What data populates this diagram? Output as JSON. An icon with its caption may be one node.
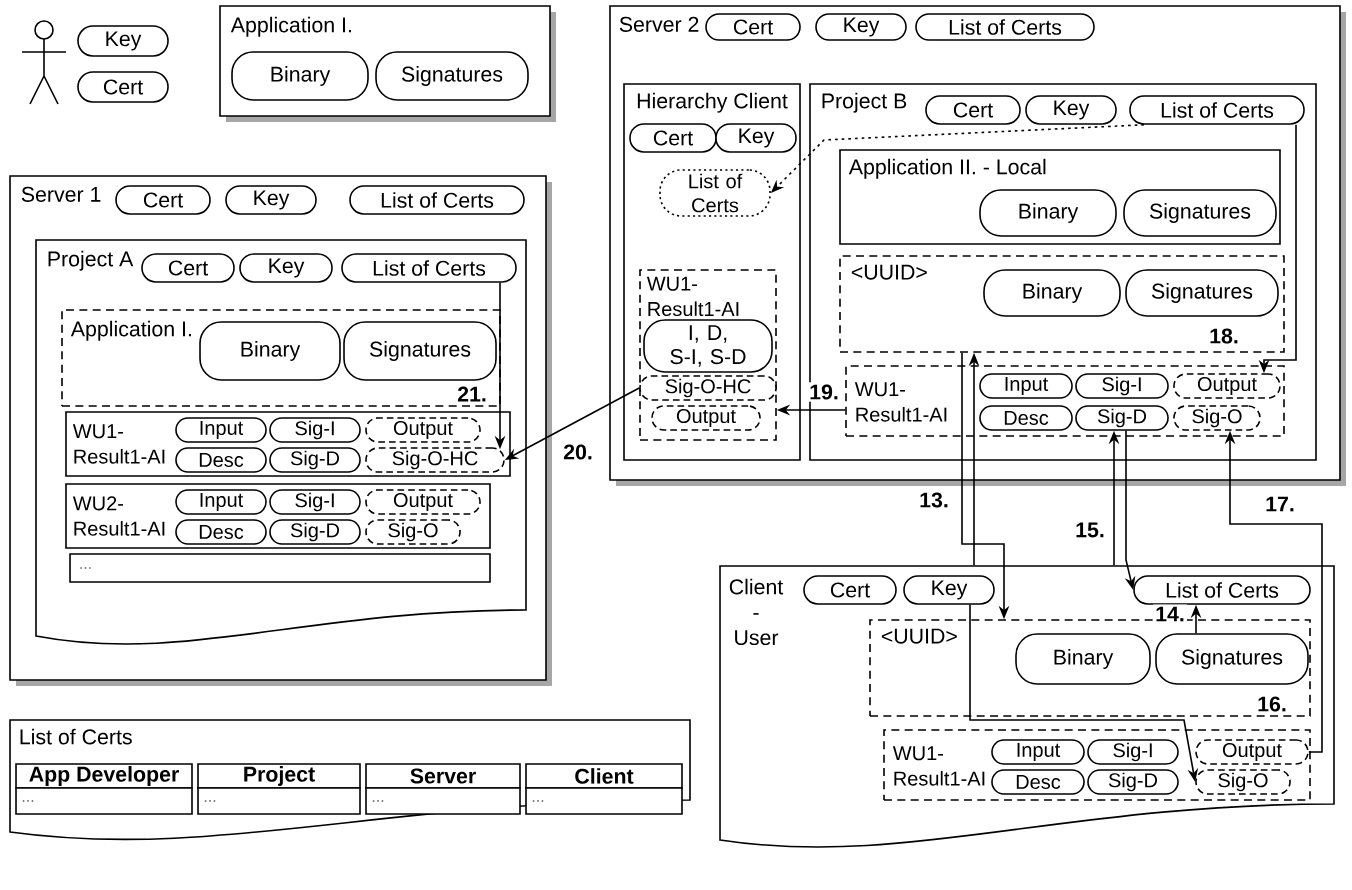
{
  "diagram": {
    "nodes": [
      {
        "text": [
          "Key"
        ]
      },
      {
        "text": [
          "Cert"
        ]
      },
      {
        "text": [
          "Application I."
        ]
      },
      {
        "text": [
          "Binary"
        ],
        "in": 2
      },
      {
        "text": [
          "Signatures"
        ],
        "in": 2
      },
      {
        "text": [
          "Server 1"
        ]
      },
      {
        "text": [
          "Cert"
        ],
        "in": 5
      },
      {
        "text": [
          "Key"
        ],
        "in": 5
      },
      {
        "text": [
          "List of Certs"
        ],
        "in": 5
      },
      {
        "text": [
          "Project A"
        ],
        "in": 5
      },
      {
        "text": [
          "Cert"
        ],
        "in": 9
      },
      {
        "text": [
          "Key"
        ],
        "in": 9
      },
      {
        "text": [
          "List of Certs"
        ],
        "in": 9
      },
      {
        "text": [
          "Application I."
        ],
        "in": 9
      },
      {
        "text": [
          "Binary"
        ],
        "in": 13
      },
      {
        "text": [
          "Signatures"
        ],
        "in": 13
      },
      {
        "text": [
          "WU1- Result1-AI"
        ],
        "in": 9
      },
      {
        "text": [
          "Input"
        ],
        "in": 16
      },
      {
        "text": [
          "Sig-I"
        ],
        "in": 16
      },
      {
        "text": [
          "Output"
        ],
        "in": 16
      },
      {
        "text": [
          "Desc"
        ],
        "in": 16
      },
      {
        "text": [
          "Sig-D"
        ],
        "in": 16
      },
      {
        "text": [
          "Sig-O-HC"
        ],
        "in": 16
      },
      {
        "text": [
          "WU2- Result1-AI"
        ],
        "in": 9
      },
      {
        "text": [
          "Input"
        ],
        "in": 23
      },
      {
        "text": [
          "Sig-I"
        ],
        "in": 23
      },
      {
        "text": [
          "Output"
        ],
        "in": 23
      },
      {
        "text": [
          "Desc"
        ],
        "in": 23
      },
      {
        "text": [
          "Sig-D"
        ],
        "in": 23
      },
      {
        "text": [
          "Sig-O"
        ],
        "in": 23
      },
      {
        "text": [
          "..."
        ],
        "in": 9
      },
      {
        "text": [
          "Server 2"
        ]
      },
      {
        "text": [
          "Cert"
        ],
        "in": 31
      },
      {
        "text": [
          "Key"
        ],
        "in": 31
      },
      {
        "text": [
          "List of Certs"
        ],
        "in": 31
      },
      {
        "text": [
          "Hierarchy Client"
        ],
        "in": 31
      },
      {
        "text": [
          "Cert"
        ],
        "in": 35
      },
      {
        "text": [
          "Key"
        ],
        "in": 35
      },
      {
        "text": [
          "List of Certs"
        ],
        "in": 35
      },
      {
        "text": [
          "WU1- Result1-AI"
        ],
        "in": 35
      },
      {
        "text": [
          "I, D, S-I, S-D"
        ],
        "in": 39
      },
      {
        "text": [
          "Sig-O-HC"
        ],
        "in": 39
      },
      {
        "text": [
          "Output"
        ],
        "in": 39
      },
      {
        "text": [
          "Project B"
        ],
        "in": 31
      },
      {
        "text": [
          "Cert"
        ],
        "in": 43
      },
      {
        "text": [
          "Key"
        ],
        "in": 43
      },
      {
        "text": [
          "List of Certs"
        ],
        "in": 43
      },
      {
        "text": [
          "Application II. - Local"
        ],
        "in": 43
      },
      {
        "text": [
          "Binary"
        ],
        "in": 47
      },
      {
        "text": [
          "Signatures"
        ],
        "in": 47
      },
      {
        "text": [
          "<UUID>"
        ],
        "in": 43
      },
      {
        "text": [
          "Binary"
        ],
        "in": 50
      },
      {
        "text": [
          "Signatures"
        ],
        "in": 50
      },
      {
        "text": [
          "WU1- Result1-AI"
        ],
        "in": 43
      },
      {
        "text": [
          "Input"
        ],
        "in": 53
      },
      {
        "text": [
          "Sig-I"
        ],
        "in": 53
      },
      {
        "text": [
          "Output"
        ],
        "in": 53
      },
      {
        "text": [
          "Desc"
        ],
        "in": 53
      },
      {
        "text": [
          "Sig-D"
        ],
        "in": 53
      },
      {
        "text": [
          "Sig-O"
        ],
        "in": 53
      },
      {
        "text": [
          "Client - User"
        ]
      },
      {
        "text": [
          "Cert"
        ],
        "in": 60
      },
      {
        "text": [
          "Key"
        ],
        "in": 60
      },
      {
        "text": [
          "List of Certs"
        ],
        "in": 60
      },
      {
        "text": [
          "<UUID>"
        ],
        "in": 60
      },
      {
        "text": [
          "Binary"
        ],
        "in": 64
      },
      {
        "text": [
          "Signatures"
        ],
        "in": 64
      },
      {
        "text": [
          "WU1- Result1-AI"
        ],
        "in": 60
      },
      {
        "text": [
          "Input"
        ],
        "in": 67
      },
      {
        "text": [
          "Sig-I"
        ],
        "in": 67
      },
      {
        "text": [
          "Output"
        ],
        "in": 67
      },
      {
        "text": [
          "Desc"
        ],
        "in": 67
      },
      {
        "text": [
          "Sig-D"
        ],
        "in": 67
      },
      {
        "text": [
          "Sig-O"
        ],
        "in": 67
      },
      {
        "text": [
          "List of Certs"
        ]
      }
    ],
    "edges": [
      {
        "from": 12,
        "to": 22,
        "arrow": "to",
        "label": "21."
      },
      {
        "from": 41,
        "to": 22,
        "arrow": "to",
        "label": "20."
      },
      {
        "from": 53,
        "to": 39,
        "arrow": "to",
        "label": "19."
      },
      {
        "from": 46,
        "to": 38,
        "arrow": "to",
        "style": "dashed"
      },
      {
        "from": 46,
        "to": 56,
        "arrow": "to"
      },
      {
        "from": 60,
        "to": 50,
        "arrow": "to"
      },
      {
        "from": 50,
        "to": 64,
        "arrow": "to",
        "label": "13."
      },
      {
        "from": 60,
        "to": 58,
        "arrow": "to"
      },
      {
        "from": 58,
        "to": 63,
        "arrow": "to",
        "label": "15."
      },
      {
        "from": 66,
        "to": 63,
        "arrow": "to",
        "label": "14."
      },
      {
        "from": 62,
        "to": 73,
        "arrow": "to"
      },
      {
        "from": 70,
        "to": 59,
        "arrow": "to",
        "label": "17."
      }
    ],
    "labels": [
      "18.",
      "16.",
      "App Developer",
      "Project",
      "Server",
      "Client",
      "...",
      "...",
      "...",
      "..."
    ]
  }
}
